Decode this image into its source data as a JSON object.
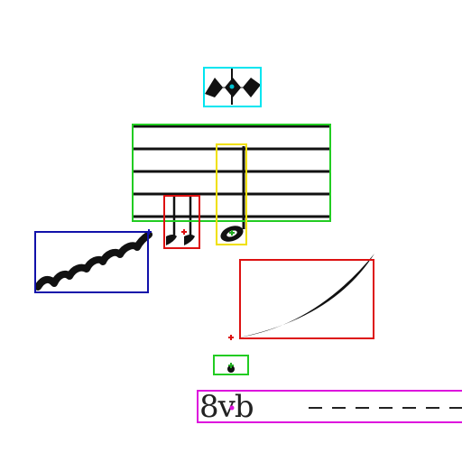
{
  "ottava": {
    "label": "8vb"
  },
  "symbols": [
    {
      "id": "mordent-ornament",
      "icon": "mordent-icon",
      "box_color": "#00e5f0"
    },
    {
      "id": "staff-lines",
      "icon": "staff-icon",
      "box_color": "#22cc22"
    },
    {
      "id": "eighth-note",
      "icon": "eighth-note-icon",
      "box_color": "#f0e000"
    },
    {
      "id": "beamed-notes",
      "icon": "beamed-notes-icon",
      "box_color": "#dd1111"
    },
    {
      "id": "trill-line",
      "icon": "trill-wavy-line-icon",
      "box_color": "#1111aa"
    },
    {
      "id": "slur",
      "icon": "slur-icon",
      "box_color": "#dd1111"
    },
    {
      "id": "staccato-dot",
      "icon": "dot-icon",
      "box_color": "#22cc22"
    },
    {
      "id": "ottava-bassa",
      "icon": "ottava-icon",
      "box_color": "#dd11dd"
    }
  ]
}
